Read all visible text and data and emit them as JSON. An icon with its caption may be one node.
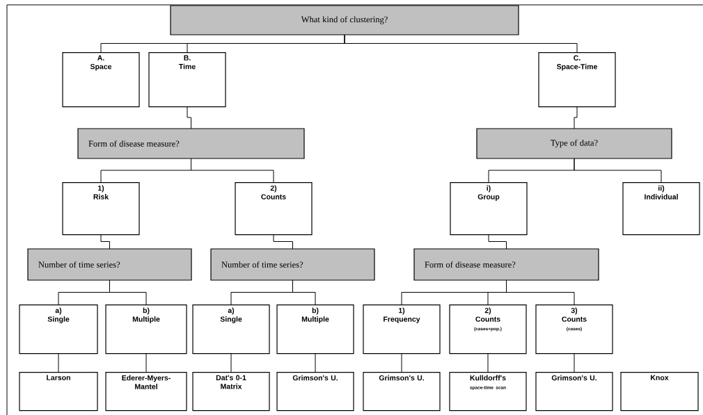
{
  "diagram": {
    "nodes": [
      {
        "text": [
          "What kind of clustering?"
        ]
      },
      {
        "text": [
          "A.",
          "Space"
        ]
      },
      {
        "text": [
          "B.",
          "Time"
        ]
      },
      {
        "text": [
          "C.",
          "Space-Time"
        ]
      },
      {
        "text": [
          "Form of disease measure?"
        ]
      },
      {
        "text": [
          "Type of data?"
        ]
      },
      {
        "text": [
          "1)",
          "Risk"
        ]
      },
      {
        "text": [
          "2)",
          "Counts"
        ]
      },
      {
        "text": [
          "i)",
          "Group"
        ]
      },
      {
        "text": [
          "ii)",
          "Individual"
        ]
      },
      {
        "text": [
          "Number of time series?"
        ]
      },
      {
        "text": [
          "Number of time series?"
        ]
      },
      {
        "text": [
          "Form of disease measure?"
        ]
      },
      {
        "text": [
          "a)",
          "Single"
        ]
      },
      {
        "text": [
          "b)",
          "Multiple"
        ]
      },
      {
        "text": [
          "a)",
          "Single"
        ]
      },
      {
        "text": [
          "b)",
          "Multiple"
        ]
      },
      {
        "text": [
          "1)",
          "Frequency"
        ]
      },
      {
        "text": [
          "2)",
          "Counts",
          "(cases+pop.)"
        ]
      },
      {
        "text": [
          "3)",
          "Counts",
          "(cases)"
        ]
      },
      {
        "text": [
          "Larson"
        ]
      },
      {
        "text": [
          "Ederer-Myers-Mantel"
        ]
      },
      {
        "text": [
          "Dat's 0-1 Matrix"
        ]
      },
      {
        "text": [
          "Grimson's U."
        ]
      },
      {
        "text": [
          "Grimson's U."
        ]
      },
      {
        "text": [
          "Kulldorff's",
          "space-time scan"
        ]
      },
      {
        "text": [
          "Grimson's U."
        ]
      },
      {
        "text": [
          "Knox"
        ]
      }
    ],
    "edges": [
      {
        "from": 0,
        "to": 1,
        "arrow": "none"
      },
      {
        "from": 0,
        "to": 2,
        "arrow": "none"
      },
      {
        "from": 0,
        "to": 3,
        "arrow": "none"
      },
      {
        "from": 2,
        "to": 4,
        "arrow": "none"
      },
      {
        "from": 3,
        "to": 5,
        "arrow": "none"
      },
      {
        "from": 4,
        "to": 6,
        "arrow": "none"
      },
      {
        "from": 4,
        "to": 7,
        "arrow": "none"
      },
      {
        "from": 5,
        "to": 8,
        "arrow": "none"
      },
      {
        "from": 5,
        "to": 9,
        "arrow": "none"
      },
      {
        "from": 6,
        "to": 10,
        "arrow": "none"
      },
      {
        "from": 7,
        "to": 11,
        "arrow": "none"
      },
      {
        "from": 8,
        "to": 12,
        "arrow": "none"
      },
      {
        "from": 10,
        "to": 13,
        "arrow": "none"
      },
      {
        "from": 10,
        "to": 14,
        "arrow": "none"
      },
      {
        "from": 11,
        "to": 15,
        "arrow": "none"
      },
      {
        "from": 11,
        "to": 16,
        "arrow": "none"
      },
      {
        "from": 12,
        "to": 17,
        "arrow": "none"
      },
      {
        "from": 12,
        "to": 18,
        "arrow": "none"
      },
      {
        "from": 12,
        "to": 19,
        "arrow": "none"
      },
      {
        "from": 13,
        "to": 20,
        "arrow": "none"
      },
      {
        "from": 14,
        "to": 21,
        "arrow": "none"
      },
      {
        "from": 15,
        "to": 22,
        "arrow": "none"
      },
      {
        "from": 16,
        "to": 23,
        "arrow": "none"
      },
      {
        "from": 17,
        "to": 24,
        "arrow": "none"
      },
      {
        "from": 18,
        "to": 25,
        "arrow": "none"
      },
      {
        "from": 19,
        "to": 26,
        "arrow": "none"
      }
    ]
  }
}
